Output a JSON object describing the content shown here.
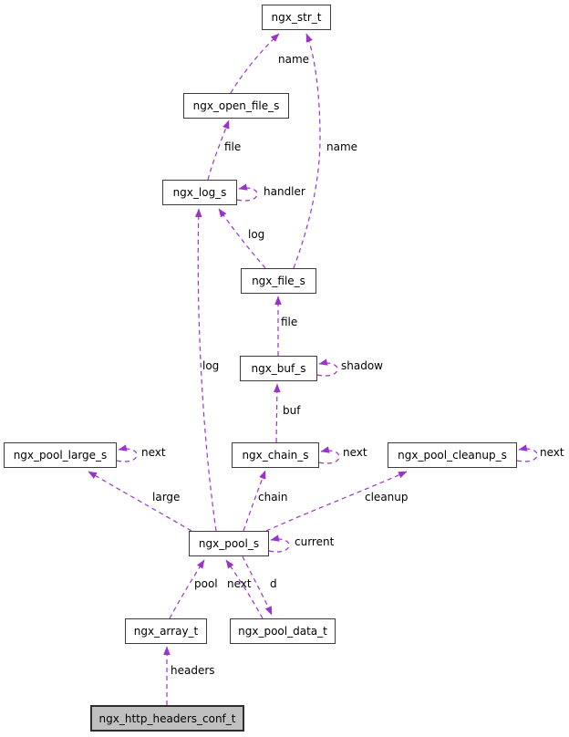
{
  "diagram": {
    "type": "collaboration-graph",
    "nodes": [
      {
        "id": "ngx_str_t",
        "label": "ngx_str_t"
      },
      {
        "id": "ngx_open_file_s",
        "label": "ngx_open_file_s"
      },
      {
        "id": "ngx_log_s",
        "label": "ngx_log_s"
      },
      {
        "id": "ngx_file_s",
        "label": "ngx_file_s"
      },
      {
        "id": "ngx_buf_s",
        "label": "ngx_buf_s"
      },
      {
        "id": "ngx_chain_s",
        "label": "ngx_chain_s"
      },
      {
        "id": "ngx_pool_large_s",
        "label": "ngx_pool_large_s"
      },
      {
        "id": "ngx_pool_cleanup_s",
        "label": "ngx_pool_cleanup_s"
      },
      {
        "id": "ngx_pool_s",
        "label": "ngx_pool_s"
      },
      {
        "id": "ngx_array_t",
        "label": "ngx_array_t"
      },
      {
        "id": "ngx_pool_data_t",
        "label": "ngx_pool_data_t"
      },
      {
        "id": "ngx_http_headers_conf_t",
        "label": "ngx_http_headers_conf_t",
        "main": true
      }
    ],
    "edges": [
      {
        "from": "ngx_open_file_s",
        "to": "ngx_str_t",
        "label": "name"
      },
      {
        "from": "ngx_file_s",
        "to": "ngx_str_t",
        "label": "name"
      },
      {
        "from": "ngx_log_s",
        "to": "ngx_open_file_s",
        "label": "file"
      },
      {
        "from": "ngx_log_s",
        "to": "ngx_log_s",
        "label": "handler"
      },
      {
        "from": "ngx_file_s",
        "to": "ngx_log_s",
        "label": "log"
      },
      {
        "from": "ngx_buf_s",
        "to": "ngx_file_s",
        "label": "file"
      },
      {
        "from": "ngx_buf_s",
        "to": "ngx_buf_s",
        "label": "shadow"
      },
      {
        "from": "ngx_chain_s",
        "to": "ngx_buf_s",
        "label": "buf"
      },
      {
        "from": "ngx_chain_s",
        "to": "ngx_chain_s",
        "label": "next"
      },
      {
        "from": "ngx_pool_large_s",
        "to": "ngx_pool_large_s",
        "label": "next"
      },
      {
        "from": "ngx_pool_cleanup_s",
        "to": "ngx_pool_cleanup_s",
        "label": "next"
      },
      {
        "from": "ngx_pool_s",
        "to": "ngx_chain_s",
        "label": "chain"
      },
      {
        "from": "ngx_pool_s",
        "to": "ngx_pool_large_s",
        "label": "large"
      },
      {
        "from": "ngx_pool_s",
        "to": "ngx_pool_cleanup_s",
        "label": "cleanup"
      },
      {
        "from": "ngx_pool_s",
        "to": "ngx_pool_s",
        "label": "current"
      },
      {
        "from": "ngx_pool_s",
        "to": "ngx_log_s",
        "label": "log"
      },
      {
        "from": "ngx_array_t",
        "to": "ngx_pool_s",
        "label": "pool"
      },
      {
        "from": "ngx_pool_data_t",
        "to": "ngx_pool_s",
        "label": "next"
      },
      {
        "from": "ngx_pool_s",
        "to": "ngx_pool_data_t",
        "label": "d"
      },
      {
        "from": "ngx_http_headers_conf_t",
        "to": "ngx_array_t",
        "label": "headers"
      }
    ]
  },
  "colors": {
    "edge": "#9a32cd",
    "node_border": "#3c3c3c",
    "node_fill": "#ffffff",
    "main_node_fill": "#c0c0c0",
    "main_node_border": "#2e2e2e",
    "text": "#000000",
    "background": "#ffffff"
  }
}
